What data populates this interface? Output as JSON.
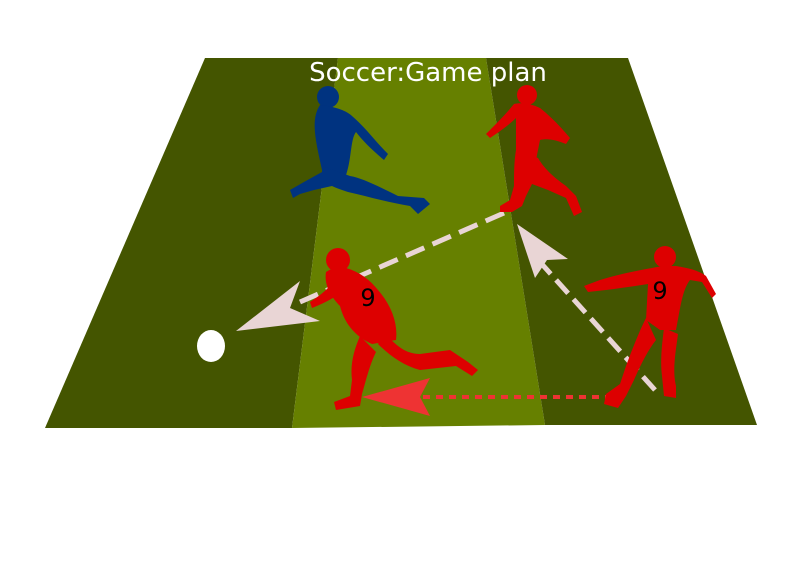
{
  "title": "Soccer:Game plan",
  "players": [
    {
      "team": "blue",
      "number": ""
    },
    {
      "team": "red",
      "number": ""
    },
    {
      "team": "red",
      "number": "9"
    },
    {
      "team": "red",
      "number": "9"
    }
  ],
  "colors": {
    "pitch_dark": "#445500",
    "pitch_light": "#668000",
    "team_red": "#dd0000",
    "team_blue": "#003380",
    "pass_arrow": "#e9d5d5",
    "run_arrow": "#ee3333",
    "ball": "#ffffff",
    "title_text": "#ffffff"
  }
}
